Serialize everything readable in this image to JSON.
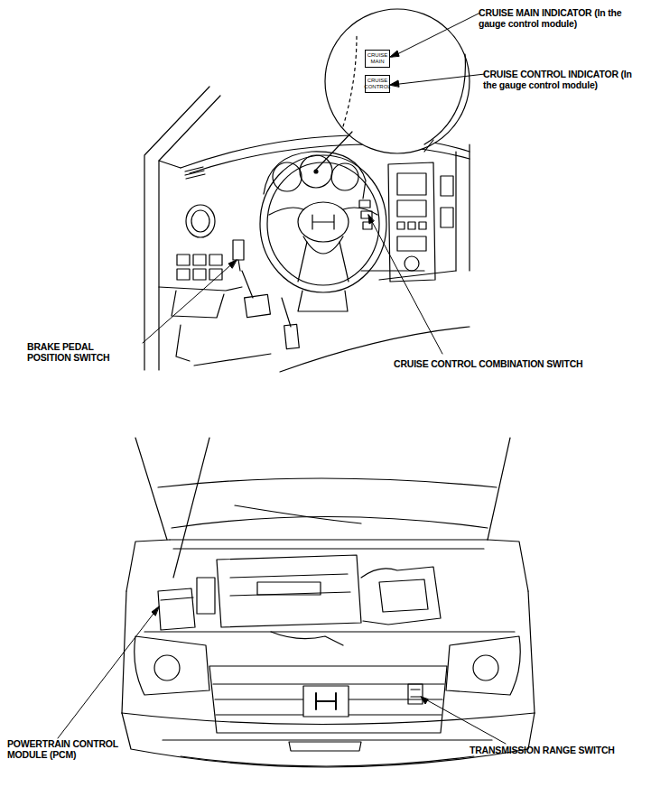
{
  "diagram": {
    "nodes": [
      {
        "text": [
          "CRUISE MAIN"
        ]
      },
      {
        "text": [
          "CRUISE CONTROL"
        ]
      }
    ],
    "labels": [
      "CRUISE MAIN INDICATOR (In the gauge control module)",
      "CRUISE CONTROL INDICATOR (In the gauge control module)",
      "BRAKE PEDAL POSITION SWITCH",
      "CRUISE CONTROL COMBINATION SWITCH",
      "POWERTRAIN CONTROL MODULE (PCM)",
      "TRANSMISSION RANGE SWITCH"
    ]
  }
}
